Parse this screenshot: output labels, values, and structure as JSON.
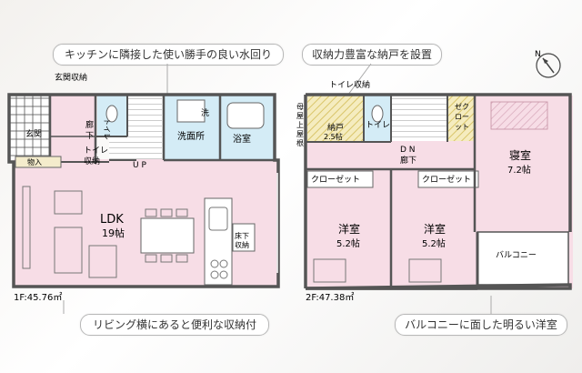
{
  "callouts": {
    "kitchen": "キッチンに隣接した使い勝手の良い水回り",
    "storage": "収納力豊富な納戸を設置",
    "living": "リビング横にあると便利な収納付",
    "balcony": "バルコニーに面した明るい洋室"
  },
  "floor1": {
    "area": "1F:45.76㎡",
    "rooms": {
      "entrance_storage": "玄関収納",
      "hall": "廊",
      "hall2": "下",
      "genkan": "玄関",
      "toilet": "トイレ",
      "toilet_storage_1": "トイレ",
      "toilet_storage_2": "収納",
      "washroom": "洗面所",
      "wash": "洗",
      "bath": "浴室",
      "up": "U P",
      "closet": "物入",
      "ldk": "LDK",
      "ldk_size": "19帖",
      "floor_storage_1": "床下",
      "floor_storage_2": "収納"
    }
  },
  "floor2": {
    "area": "2F:47.38㎡",
    "rooms": {
      "mother_roof_1": "母",
      "mother_roof_2": "屋",
      "mother_roof_3": "上",
      "mother_roof_4": "屋",
      "mother_roof_5": "根",
      "toilet_storage": "トイレ収納",
      "nando": "納戸",
      "nando_size": "2.5帖",
      "toilet": "トイレ",
      "dn": "D N",
      "hall": "廊下",
      "wic_1": "ゼク",
      "wic_2": "ロー",
      "wic_3": "ット",
      "bedroom": "寝室",
      "bedroom_size": "7.2帖",
      "closet_a": "クローゼット",
      "closet_b": "クローゼット",
      "western_a": "洋室",
      "western_a_size": "5.2帖",
      "western_b": "洋室",
      "western_b_size": "5.2帖",
      "balcony": "バルコニー"
    }
  },
  "compass": "N",
  "colors": {
    "pink": "#f7dde6",
    "wall": "#555555",
    "water": "#d4ecf6",
    "hatch": "#e9d88a"
  }
}
